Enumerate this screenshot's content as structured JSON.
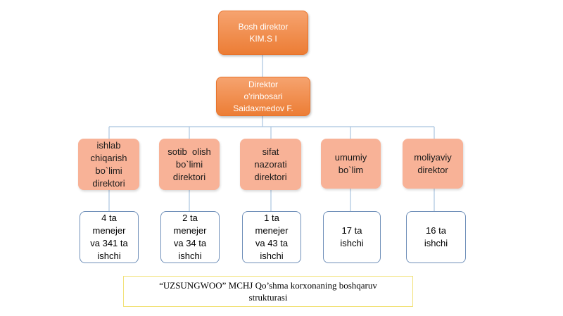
{
  "chart": {
    "head": {
      "line1": "Bosh direktor",
      "line2": "KIM.S I"
    },
    "deputy": {
      "line1": "Direktor",
      "line2": "o'rinbosari",
      "line3": "Saidaxmedov F."
    },
    "departments": [
      {
        "lines": [
          "ishlab",
          "chiqarish",
          "bo`limi",
          "direktori"
        ],
        "staff": [
          "4 ta",
          "menejer",
          "va 341 ta",
          "ishchi"
        ]
      },
      {
        "lines": [
          "sotib  olish",
          "bo`limi",
          "direktori"
        ],
        "staff": [
          "2 ta",
          "menejer",
          "va 34 ta",
          "ishchi"
        ]
      },
      {
        "lines": [
          "sifat",
          "nazorati",
          "direktori"
        ],
        "staff": [
          "1 ta",
          "menejer",
          "va 43 ta",
          "ishchi"
        ]
      },
      {
        "lines": [
          "umumiy",
          "bo`lim"
        ],
        "staff": [
          "17 ta",
          "ishchi"
        ]
      },
      {
        "lines": [
          "moliyaviy",
          "direktor"
        ],
        "staff": [
          "16 ta",
          "ishchi"
        ]
      }
    ]
  },
  "caption": {
    "line1": "“UZSUNGWOO” MCHJ Qo’shma korxonaning boshqaruv",
    "line2": "strukturasi"
  },
  "colors": {
    "top_fill": "#ec7d35",
    "dept_fill": "#f8b297",
    "box_border": "#6f8fb9",
    "connector": "#a9c4df",
    "caption_border": "#f2e27a"
  }
}
